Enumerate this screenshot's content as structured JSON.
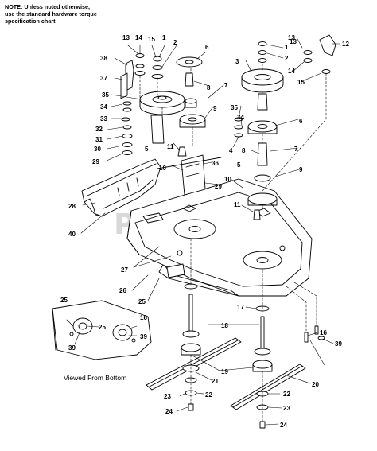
{
  "note": {
    "lines": [
      "NOTE: Unless noted otherwise,",
      "use the standard hardware torque",
      "specification chart."
    ]
  },
  "watermark": "PartTree",
  "inset_caption": "Viewed From Bottom",
  "callouts": [
    {
      "id": "c13a",
      "text": "13"
    },
    {
      "id": "c14a",
      "text": "14"
    },
    {
      "id": "c15a",
      "text": "15"
    },
    {
      "id": "c1a",
      "text": "1"
    },
    {
      "id": "c2a",
      "text": "2"
    },
    {
      "id": "c6a",
      "text": "6"
    },
    {
      "id": "c38",
      "text": "38"
    },
    {
      "id": "c37",
      "text": "37"
    },
    {
      "id": "c35a",
      "text": "35"
    },
    {
      "id": "c34a",
      "text": "34"
    },
    {
      "id": "c33",
      "text": "33"
    },
    {
      "id": "c32",
      "text": "32"
    },
    {
      "id": "c31",
      "text": "31"
    },
    {
      "id": "c30",
      "text": "30"
    },
    {
      "id": "c29a",
      "text": "29"
    },
    {
      "id": "c5a",
      "text": "5"
    },
    {
      "id": "c8a",
      "text": "8"
    },
    {
      "id": "c7a",
      "text": "7"
    },
    {
      "id": "c9a",
      "text": "9"
    },
    {
      "id": "c11a",
      "text": "11"
    },
    {
      "id": "c10a",
      "text": "10"
    },
    {
      "id": "c36",
      "text": "36"
    },
    {
      "id": "c29b",
      "text": "29"
    },
    {
      "id": "c28",
      "text": "28"
    },
    {
      "id": "c40",
      "text": "40"
    },
    {
      "id": "c13b",
      "text": "13"
    },
    {
      "id": "c1b",
      "text": "1"
    },
    {
      "id": "c2b",
      "text": "2"
    },
    {
      "id": "c3",
      "text": "3"
    },
    {
      "id": "c35b",
      "text": "35"
    },
    {
      "id": "c34b",
      "text": "34"
    },
    {
      "id": "c4",
      "text": "4"
    },
    {
      "id": "c6b",
      "text": "6"
    },
    {
      "id": "c7b",
      "text": "7"
    },
    {
      "id": "c8b",
      "text": "8"
    },
    {
      "id": "c5b",
      "text": "5"
    },
    {
      "id": "c9b",
      "text": "9"
    },
    {
      "id": "c10b",
      "text": "10"
    },
    {
      "id": "c11b",
      "text": "11"
    },
    {
      "id": "c12",
      "text": "12"
    },
    {
      "id": "c13c",
      "text": "13"
    },
    {
      "id": "c14b",
      "text": "14"
    },
    {
      "id": "c15b",
      "text": "15"
    },
    {
      "id": "c27",
      "text": "27"
    },
    {
      "id": "c26",
      "text": "26"
    },
    {
      "id": "c25a",
      "text": "25"
    },
    {
      "id": "c17",
      "text": "17"
    },
    {
      "id": "c18",
      "text": "18"
    },
    {
      "id": "c16a",
      "text": "16"
    },
    {
      "id": "c39a",
      "text": "39"
    },
    {
      "id": "c19",
      "text": "19"
    },
    {
      "id": "c21",
      "text": "21"
    },
    {
      "id": "c20",
      "text": "20"
    },
    {
      "id": "c22a",
      "text": "22"
    },
    {
      "id": "c23a",
      "text": "23"
    },
    {
      "id": "c24a",
      "text": "24"
    },
    {
      "id": "c22b",
      "text": "22"
    },
    {
      "id": "c23b",
      "text": "23"
    },
    {
      "id": "c24b",
      "text": "24"
    },
    {
      "id": "c25b",
      "text": "25"
    },
    {
      "id": "c25c",
      "text": "25"
    },
    {
      "id": "c16b",
      "text": "16"
    },
    {
      "id": "c39b",
      "text": "39"
    },
    {
      "id": "c39c",
      "text": "39"
    }
  ]
}
